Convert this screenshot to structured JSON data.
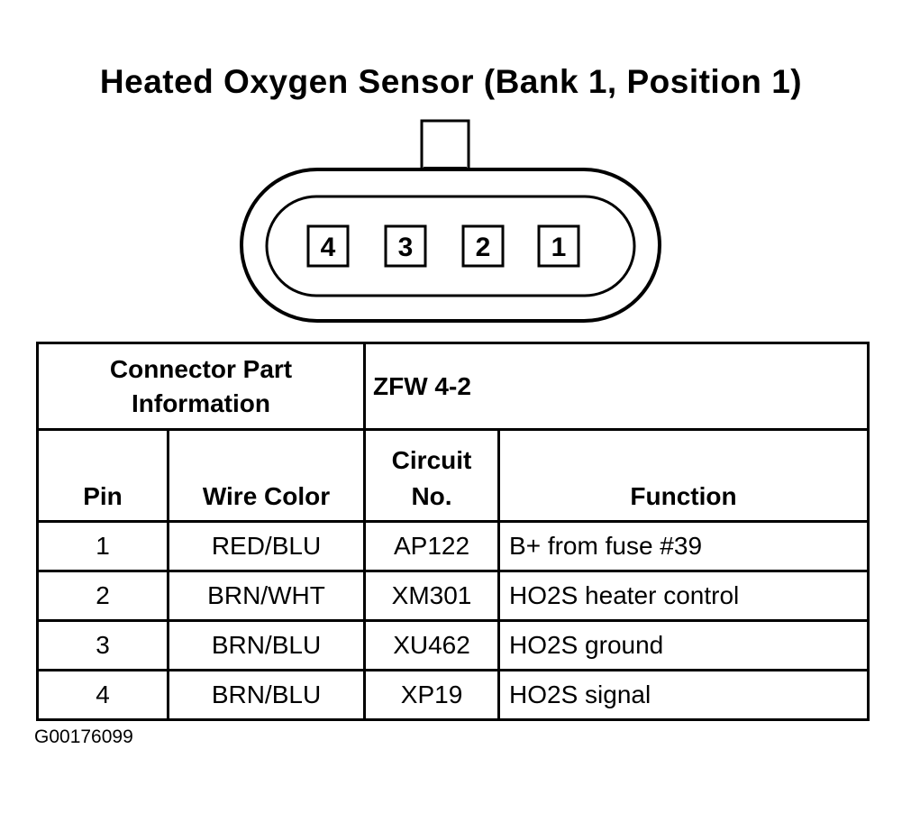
{
  "title": "Heated Oxygen Sensor (Bank 1, Position 1)",
  "connector": {
    "pin_labels": [
      "4",
      "3",
      "2",
      "1"
    ]
  },
  "table": {
    "part_info_label": "Connector Part Information",
    "part_info_value": "ZFW 4-2",
    "headers": {
      "pin": "Pin",
      "wire_color": "Wire Color",
      "circuit": "Circuit No.",
      "function": "Function"
    },
    "rows": [
      {
        "pin": "1",
        "wire_color": "RED/BLU",
        "circuit": "AP122",
        "function": "B+ from fuse #39"
      },
      {
        "pin": "2",
        "wire_color": "BRN/WHT",
        "circuit": "XM301",
        "function": "HO2S heater control"
      },
      {
        "pin": "3",
        "wire_color": "BRN/BLU",
        "circuit": "XU462",
        "function": "HO2S ground"
      },
      {
        "pin": "4",
        "wire_color": "BRN/BLU",
        "circuit": "XP19",
        "function": "HO2S signal"
      }
    ]
  },
  "figure_id": "G00176099"
}
